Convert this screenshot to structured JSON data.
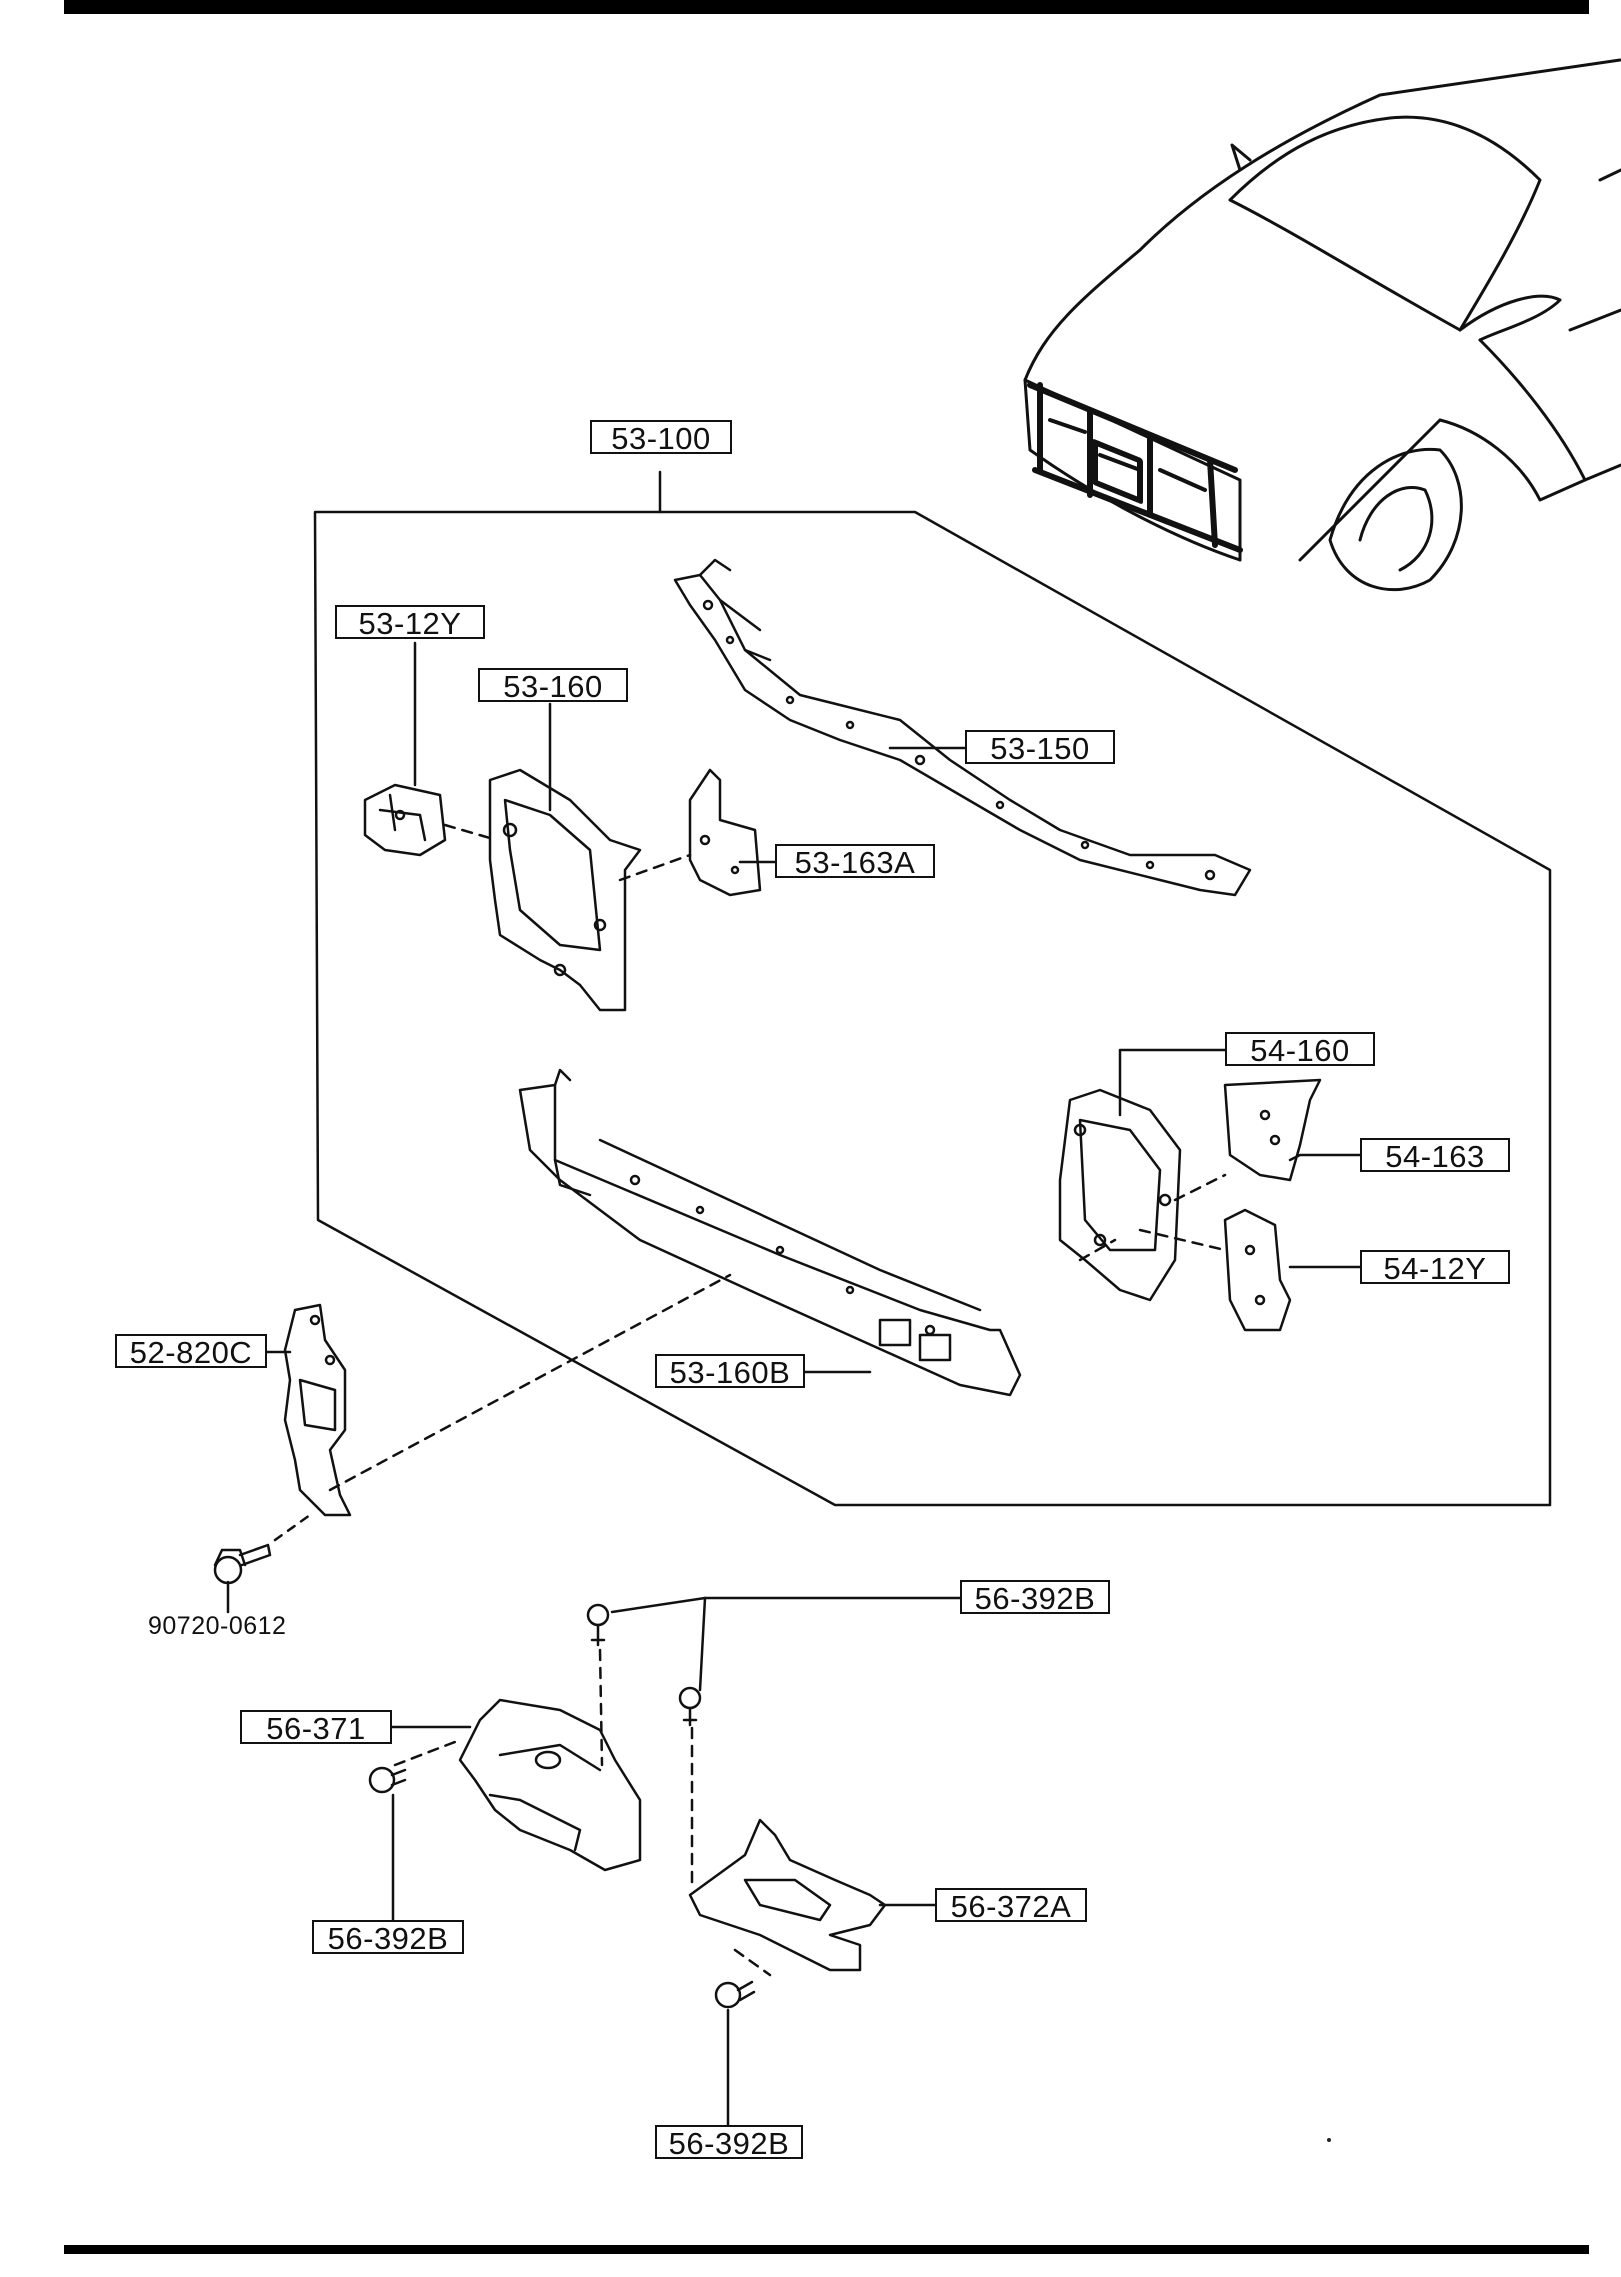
{
  "callouts": {
    "c53_100": "53-100",
    "c53_12y": "53-12Y",
    "c53_160": "53-160",
    "c53_150": "53-150",
    "c53_163a": "53-163A",
    "c54_160": "54-160",
    "c54_163": "54-163",
    "c54_12y": "54-12Y",
    "c52_820c": "52-820C",
    "c53_160b": "53-160B",
    "c56_392b_top": "56-392B",
    "c56_371": "56-371",
    "c56_392b_left": "56-392B",
    "c56_372a": "56-372A",
    "c56_392b_bottom": "56-392B"
  },
  "labels": {
    "bolt": "90720-0612"
  },
  "icons": {
    "vehicle": "car-front-illustration",
    "bolt": "bolt-icon",
    "clip": "push-clip-icon"
  },
  "colors": {
    "line": "#111111",
    "background": "#ffffff"
  }
}
